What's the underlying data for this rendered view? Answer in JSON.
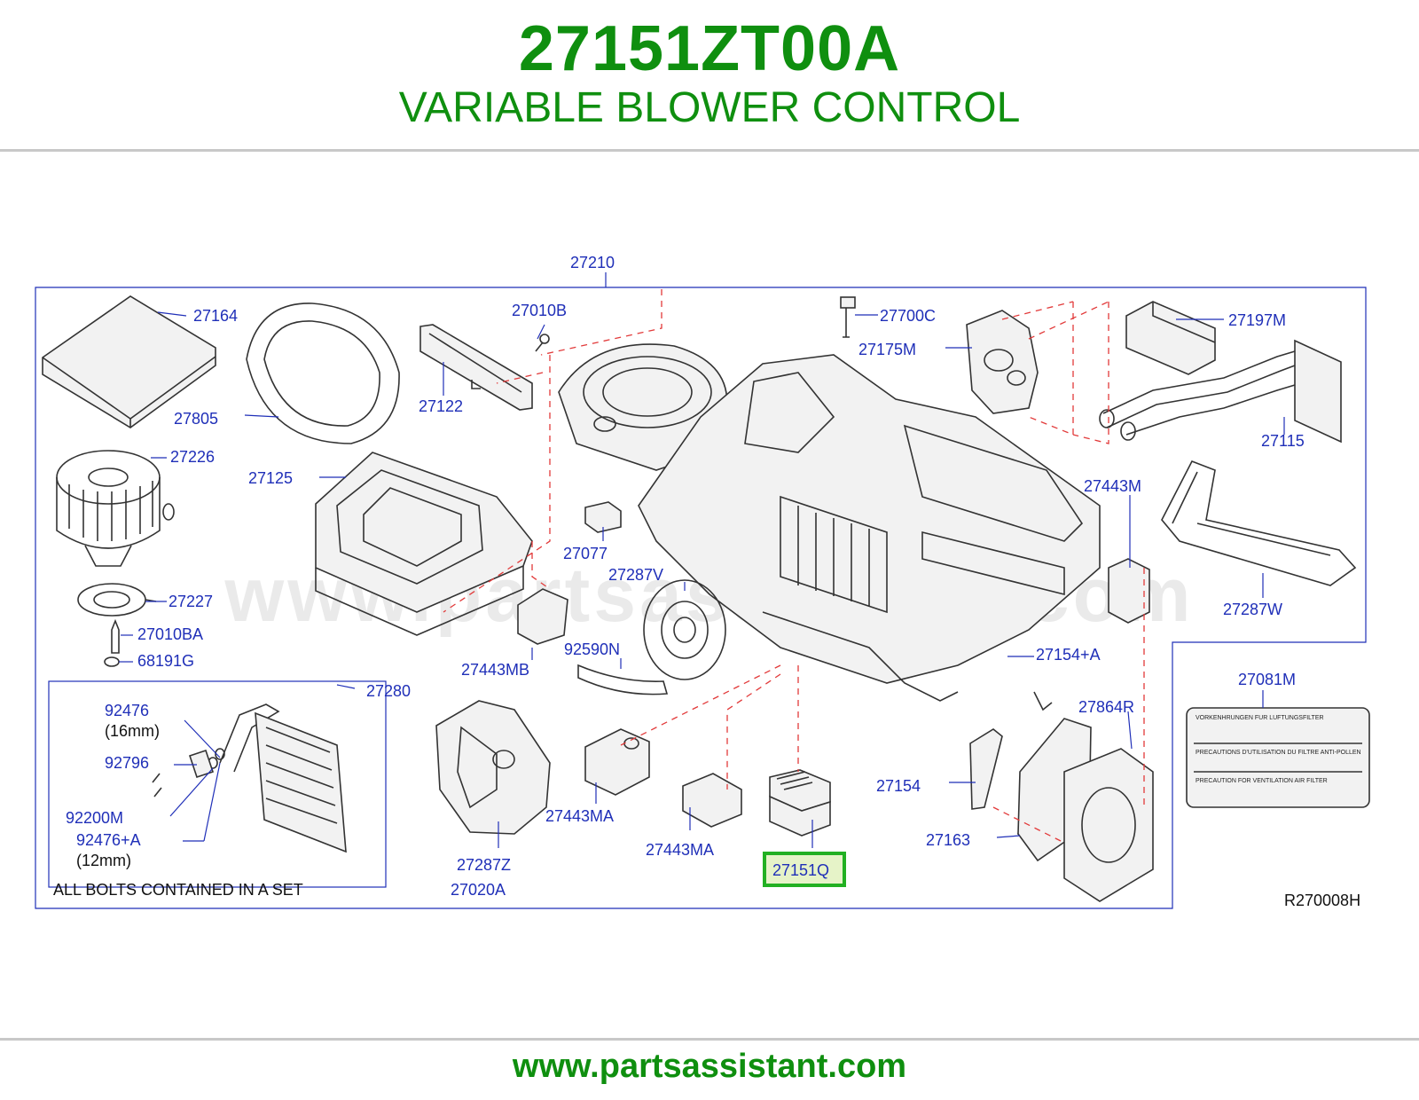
{
  "header": {
    "part_number": "27151ZT00A",
    "part_name": "VARIABLE BLOWER CONTROL"
  },
  "diagram": {
    "watermark": "www.partsassistant.com",
    "reference_code": "R270008H",
    "inset_note": "ALL   BOLTS   CONTAINED   IN   A   SET",
    "highlighted_callout": "27151Q",
    "highlight_color": "#22b022",
    "callouts": {
      "c27210": "27210",
      "c27164": "27164",
      "c27010b": "27010B",
      "c27700c": "27700C",
      "c27197m": "27197M",
      "c27175m": "27175M",
      "c27805": "27805",
      "c27122": "27122",
      "c27115": "27115",
      "c27226": "27226",
      "c27125": "27125",
      "c27443m": "27443M",
      "c27077": "27077",
      "c27287v": "27287V",
      "c27227": "27227",
      "c27287w": "27287W",
      "c27010ba": "27010BA",
      "c68191g": "68191G",
      "c92590n": "92590N",
      "c27443mb": "27443MB",
      "c27154a": "27154+A",
      "c27280": "27280",
      "c27081m": "27081M",
      "c27864r": "27864R",
      "c92476": "92476",
      "c92476_size": "(16mm)",
      "c92796": "92796",
      "c27154": "27154",
      "c27443ma_1": "27443MA",
      "c92200m": "92200M",
      "c27163": "27163",
      "c92476a": "92476+A",
      "c92476a_size": "(12mm)",
      "c27443ma_2": "27443MA",
      "c27287z": "27287Z",
      "c27020a": "27020A"
    },
    "filter_label": {
      "line1": "VORKENHRUNGEN    FUR    LUFTUNGSFILTER",
      "line2": "PRECAUTIONS    D'UTILISATION    DU    FILTRE    ANTI-POLLEN",
      "line3": "PRECAUTION    FOR    VENTILATION    AIR    FILTER"
    }
  },
  "footer": {
    "url": "www.partsassistant.com"
  }
}
